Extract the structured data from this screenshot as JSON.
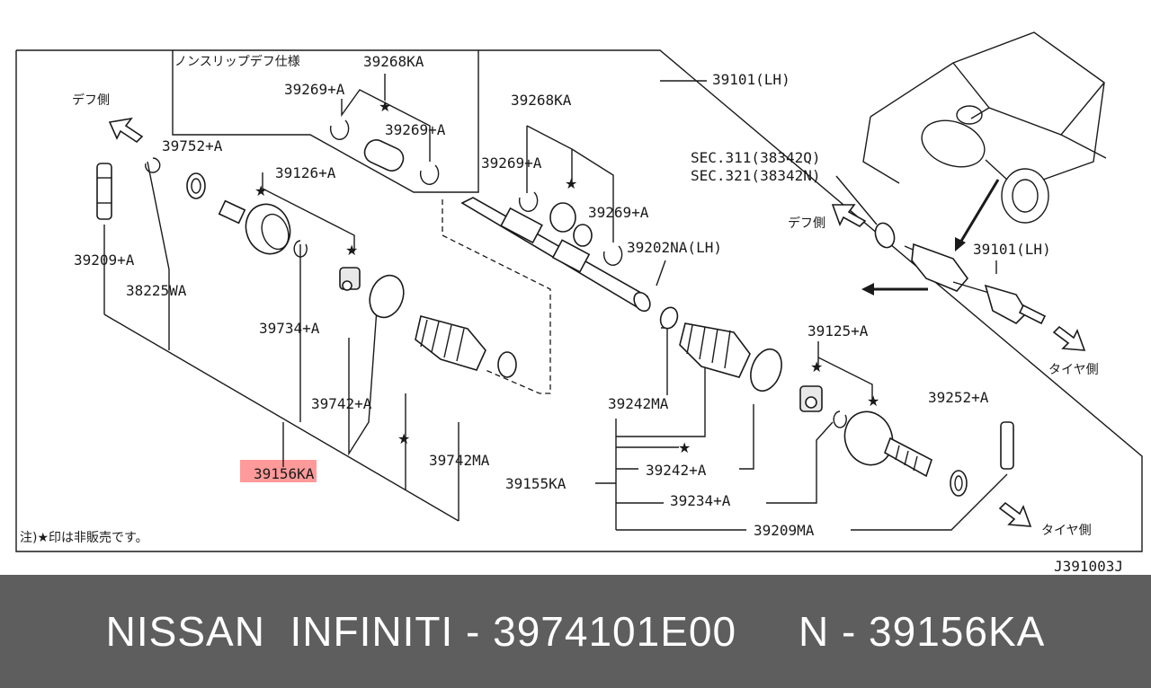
{
  "diagram": {
    "highlight_color": "#ff9a9a",
    "line_color": "#1a1a1a",
    "labels": {
      "nonslip_spec": "ノンスリップデフ仕様",
      "p39268KA_a": "39268KA",
      "p39269A_a": "39269+A",
      "p39269A_b": "39269+A",
      "def_side_a": "デフ側",
      "p39752A": "39752+A",
      "p39126A": "39126+A",
      "p39268KA_b": "39268KA",
      "p39269A_c": "39269+A",
      "p39269A_d": "39269+A",
      "p39202NA": "39202NA(LH)",
      "p39101_top": "39101(LH)",
      "sec311": "SEC.311(38342Q)",
      "sec321": "SEC.321(38342N)",
      "def_side_b": "デフ側",
      "p39101_right": "39101(LH)",
      "p39209A": "39209+A",
      "p38225WA": "38225WA",
      "p39734A": "39734+A",
      "p39742A": "39742+A",
      "p39742MA": "39742MA",
      "p39156KA": "39156KA",
      "p39242MA": "39242MA",
      "p39125A": "39125+A",
      "p39252A": "39252+A",
      "p39242A": "39242+A",
      "p39155KA": "39155KA",
      "p39234A": "39234+A",
      "p39209MA": "39209MA",
      "tire_side_a": "タイヤ側",
      "tire_side_b": "タイヤ側",
      "note": "注)★印は非販売です。",
      "diagram_code": "J391003J"
    }
  },
  "footer": {
    "title": "NISSAN  INFINITI - 3974101E00     N - 39156KA",
    "background": "#5e5e5e"
  }
}
